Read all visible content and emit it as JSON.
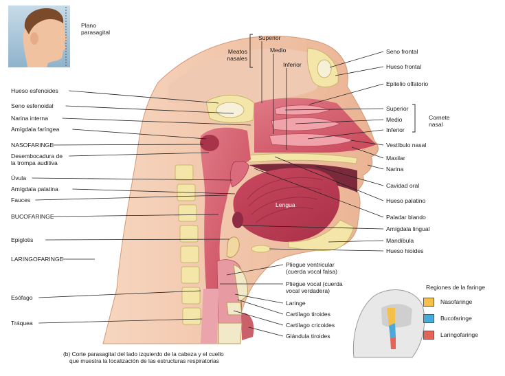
{
  "inset_label": "Plano\nparasagital",
  "left_labels": [
    "Hueso esfenoides",
    "Seno esfenoidal",
    "Narina interna",
    "Amígdala faríngea",
    "NASOFARINGE",
    "Desembocadura de\nla trompa auditiva",
    "Úvula",
    "Amígdala palatina",
    "Fauces",
    "BUCOFARINGE",
    "Epiglotis",
    "LARINGOFARINGE",
    "Esófago",
    "Tráquea"
  ],
  "top_labels": {
    "meatos": "Meatos\nnasales",
    "superior": "Superior",
    "medio": "Medio",
    "inferior": "Inferior"
  },
  "right_labels": [
    "Seno frontal",
    "Hueso frontal",
    "Epitelio olfatorio",
    "Superior",
    "Medio",
    "Inferior",
    "Vestíbulo nasal",
    "Maxilar",
    "Narina",
    "Cavidad oral",
    "Hueso palatino",
    "Paladar blando",
    "Amígdala lingual",
    "Mandíbula",
    "Hueso hioides",
    "Pliegue ventricular\n(cuerda vocal falsa)",
    "Pliegue vocal (cuerda\nvocal verdadera)",
    "Laringe",
    "Cartílago tiroides",
    "Cartílago cricoides",
    "Glándula tiroides"
  ],
  "cornete_label": "Cornete\nnasal",
  "tongue_label": "Lengua",
  "caption": [
    "(b) Corte parasagital del lado izquierdo de la cabeza y el cuello",
    "que muestra la localización de las estructuras respiratorias"
  ],
  "legend": {
    "title": "Regiones de la faringe",
    "items": [
      {
        "label": "Nasofaringe",
        "color": "#f5c04a"
      },
      {
        "label": "Bucofaringe",
        "color": "#4aa9d8"
      },
      {
        "label": "Laringofaringe",
        "color": "#e4645a"
      }
    ]
  }
}
